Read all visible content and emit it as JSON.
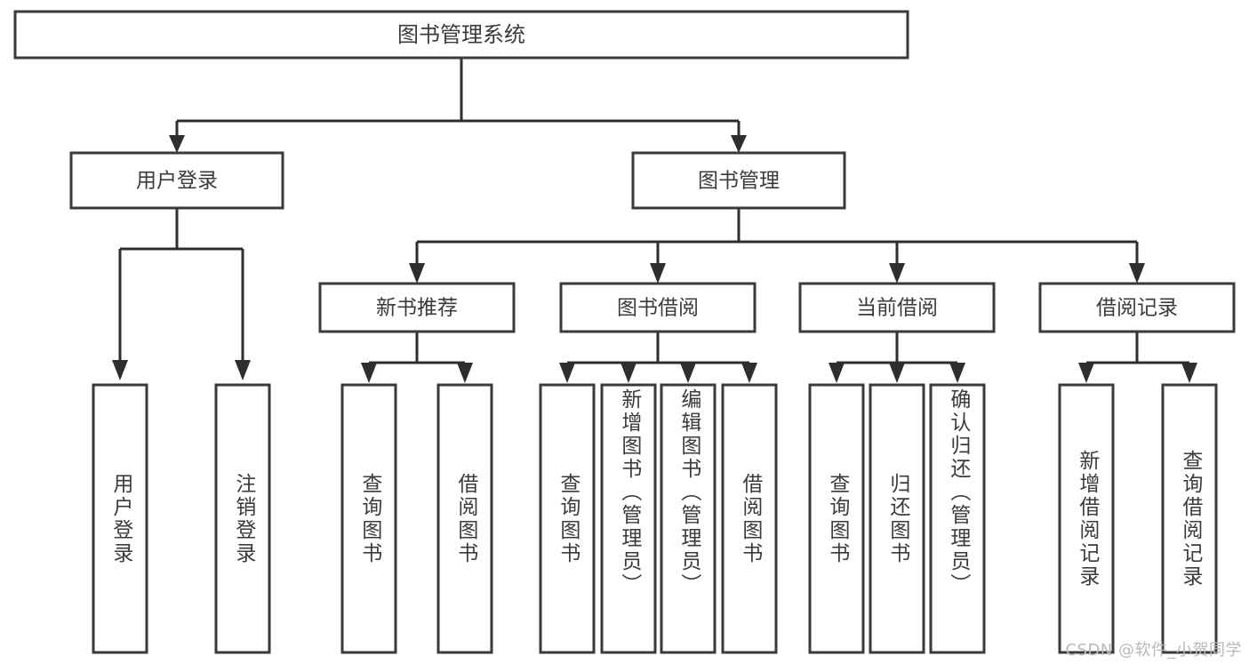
{
  "diagram": {
    "type": "tree-hierarchy",
    "title": "图书管理系统",
    "watermark": "CSDN @软件_小贺同学",
    "colors": {
      "background": "#ffffff",
      "box_stroke": "#3a3a3a",
      "connector": "#2e2e2e",
      "text": "#3b3b3b",
      "watermark": "#b9b9b9"
    },
    "root": {
      "id": "root",
      "label": "图书管理系统"
    },
    "level2": [
      {
        "id": "user-login",
        "label": "用户登录"
      },
      {
        "id": "book-manage",
        "label": "图书管理"
      }
    ],
    "level3": [
      {
        "id": "new-book-recommend",
        "label": "新书推荐",
        "parent": "book-manage"
      },
      {
        "id": "book-borrow",
        "label": "图书借阅",
        "parent": "book-manage"
      },
      {
        "id": "current-borrow",
        "label": "当前借阅",
        "parent": "book-manage"
      },
      {
        "id": "borrow-record",
        "label": "借阅记录",
        "parent": "book-manage"
      }
    ],
    "leaves": [
      {
        "id": "leaf-user-login",
        "label": "用户登录",
        "parent": "user-login"
      },
      {
        "id": "leaf-user-logout",
        "label": "注销登录",
        "parent": "user-login"
      },
      {
        "id": "leaf-query-book-1",
        "label": "查询图书",
        "parent": "new-book-recommend"
      },
      {
        "id": "leaf-borrow-book-1",
        "label": "借阅图书",
        "parent": "new-book-recommend"
      },
      {
        "id": "leaf-query-book-2",
        "label": "查询图书",
        "parent": "book-borrow"
      },
      {
        "id": "leaf-add-book",
        "label": "新增图书（管理员）",
        "parent": "book-borrow"
      },
      {
        "id": "leaf-edit-book",
        "label": "编辑图书（管理员）",
        "parent": "book-borrow"
      },
      {
        "id": "leaf-borrow-book-2",
        "label": "借阅图书",
        "parent": "book-borrow"
      },
      {
        "id": "leaf-query-book-3",
        "label": "查询图书",
        "parent": "current-borrow"
      },
      {
        "id": "leaf-return-book",
        "label": "归还图书",
        "parent": "current-borrow"
      },
      {
        "id": "leaf-confirm-return",
        "label": "确认归还（管理员）",
        "parent": "current-borrow"
      },
      {
        "id": "leaf-add-record",
        "label": "新增借阅记录",
        "parent": "borrow-record"
      },
      {
        "id": "leaf-query-record",
        "label": "查询借阅记录",
        "parent": "borrow-record"
      }
    ]
  }
}
